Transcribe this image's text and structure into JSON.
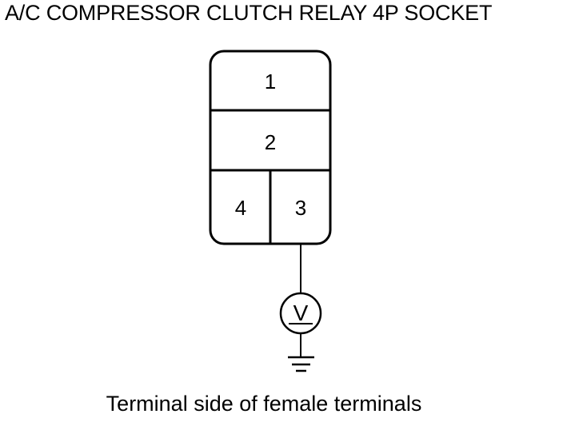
{
  "title": "A/C COMPRESSOR CLUTCH RELAY 4P SOCKET",
  "caption": "Terminal side of female terminals",
  "connector": {
    "terminals": {
      "t1": "1",
      "t2": "2",
      "t3": "3",
      "t4": "4"
    }
  },
  "meter": {
    "symbol": "V"
  },
  "colors": {
    "line": "#000000",
    "background": "#ffffff"
  }
}
